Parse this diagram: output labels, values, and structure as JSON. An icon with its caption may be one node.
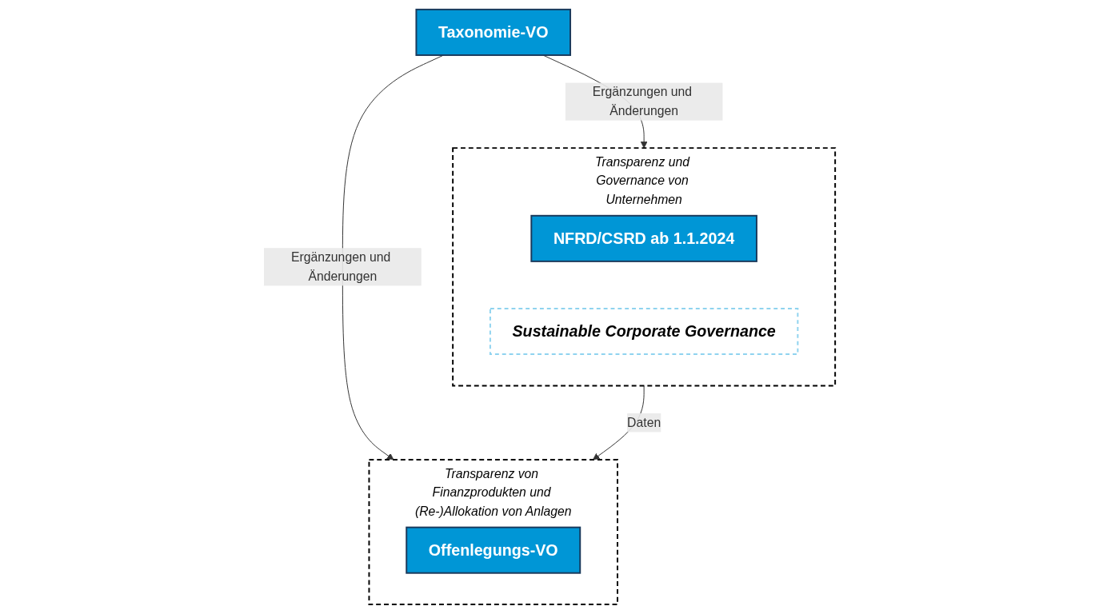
{
  "diagram": {
    "nodes": [
      {
        "text": [
          "Taxonomie-VO"
        ]
      },
      {
        "text": [],
        "shape": "box",
        "beside": [
          "Transparenz von Finanzprodukten und (Re-)Allokation von Anlagen"
        ]
      },
      {
        "text": [
          "Offenlegungs-VO"
        ],
        "in": 1
      },
      {
        "text": [],
        "shape": "box",
        "beside": [
          "Transparenz und Governance von Unternehmen"
        ]
      },
      {
        "text": [
          "NFRD/CSRD ab 1.1.2024"
        ],
        "in": 3
      },
      {
        "text": [
          "Sustainable Corporate Governance"
        ],
        "in": 3
      }
    ],
    "edges": [
      {
        "from": 0,
        "to": 1,
        "arrow": "to",
        "label": "Ergänzungen und Änderungen"
      },
      {
        "from": 0,
        "to": 3,
        "arrow": "to",
        "label": "Ergänzungen und Änderungen"
      },
      {
        "from": 3,
        "to": 1,
        "arrow": "to",
        "label": "Daten"
      }
    ]
  }
}
